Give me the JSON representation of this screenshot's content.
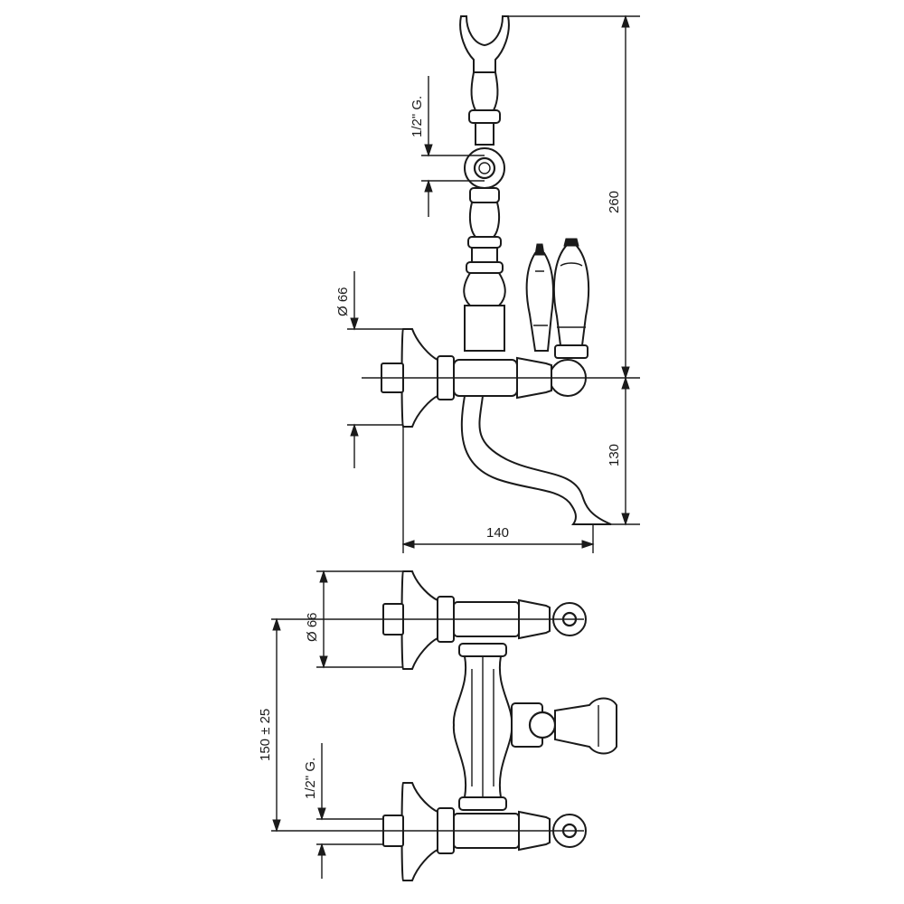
{
  "side_view": {
    "dim_thread": "1/2\" G.",
    "dim_flange_diameter": "Ø 66",
    "dim_total_height": "260",
    "dim_spout_height": "130",
    "dim_spout_reach": "140"
  },
  "top_view": {
    "dim_flange_diameter": "Ø 66",
    "dim_center_distance": "150 ± 25",
    "dim_thread": "1/2\" G."
  }
}
